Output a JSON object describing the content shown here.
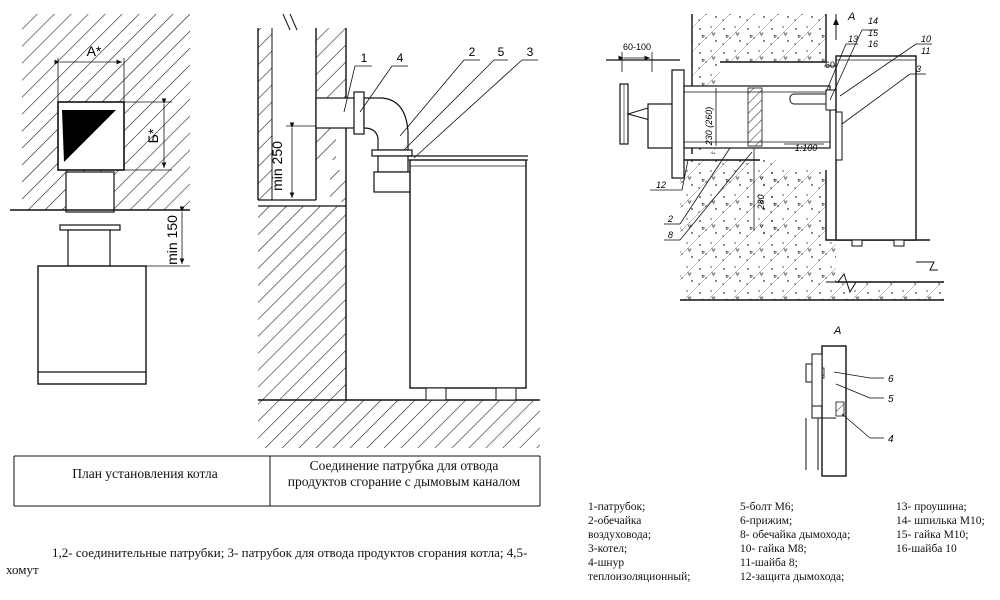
{
  "left_view": {
    "dim_a": "A*",
    "dim_b": "Б*",
    "dim_min150": "min 150"
  },
  "middle_view": {
    "dim_min250": "min 250",
    "callouts": [
      "1",
      "4",
      "2",
      "5",
      "3"
    ]
  },
  "right_view": {
    "section_a": "A",
    "dim_60_100": "60-100",
    "dim_60": "60",
    "dim_230_260": "230 (260)",
    "slope": "1:100",
    "dim_280": "280",
    "callouts": [
      "14",
      "15",
      "16",
      "13",
      "10",
      "11",
      "3",
      "12",
      "2",
      "8"
    ]
  },
  "detail_a": {
    "label": "A",
    "callouts": [
      "6",
      "5",
      "4"
    ]
  },
  "captions": {
    "plan": "План установления котла",
    "connection": "Соединение патрубка для отвода продуктов сгорание с дымовым каналом"
  },
  "note": "1,2- соединительные патрубки; 3- патрубок для отвода продуктов сгорания котла; 4,5-хомут",
  "legend": {
    "col1": [
      "1-патрубок;",
      "2-обечайка",
      "воздуховода;",
      "3-котел;",
      "4-шнур",
      "теплоизоляционный;"
    ],
    "col2": [
      "5-болт М6;",
      "6-прижим;",
      "8- обечайка дымохода;",
      "10- гайка М8;",
      "11-шайба 8;",
      "12-защита дымохода;"
    ],
    "col3": [
      "13- проушина;",
      "14- шпилька М10;",
      "15- гайка М10;",
      "16-шайба 10"
    ]
  }
}
